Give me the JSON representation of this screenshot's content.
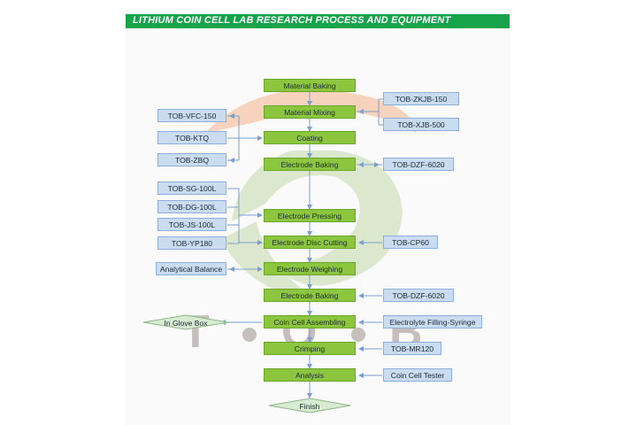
{
  "title": "LITHIUM  COIN CELL LAB RESEARCH PROCESS AND EQUIPMENT",
  "steps": {
    "material_baking": "Material Baking",
    "material_mixing": "Material Mixing",
    "coating": "Coating",
    "electrode_baking_1": "Electrode Baking",
    "electrode_pressing": "Electrode Pressing",
    "electrode_disc_cutting": "Electrode Disc Cutting",
    "electrode_weighing": "Electrode Weighing",
    "electrode_baking_2": "Electrode Baking",
    "coin_cell_assembling": "Coin Cell Assembling",
    "crimping": "Crimping",
    "analysis": "Analysis",
    "finish": "Finish"
  },
  "equipment": {
    "zkjb": "TOB-ZKJB-150",
    "xjb": "TOB-XJB-500",
    "vfc": "TOB-VFC-150",
    "ktq": "TOB-KTQ",
    "zbq": "TOB-ZBQ",
    "dzf_1": "TOB-DZF-6020",
    "sg": "TOB-SG-100L",
    "dg": "TOB-DG-100L",
    "js": "TOB-JS-100L",
    "yp": "TOB-YP180",
    "cp": "TOB-CP60",
    "balance": "Analytical Balance",
    "dzf_2": "TOB-DZF-6020",
    "glove_box": "In Glove Box",
    "filling": "Electrolyte Filling-Syringe",
    "mr": "TOB-MR120",
    "tester": "Coin Cell Tester"
  },
  "colors": {
    "header": "#16a34a",
    "step": "#8cc63f",
    "equipment": "#c9dcf0",
    "connector": "#7b9fd0"
  }
}
